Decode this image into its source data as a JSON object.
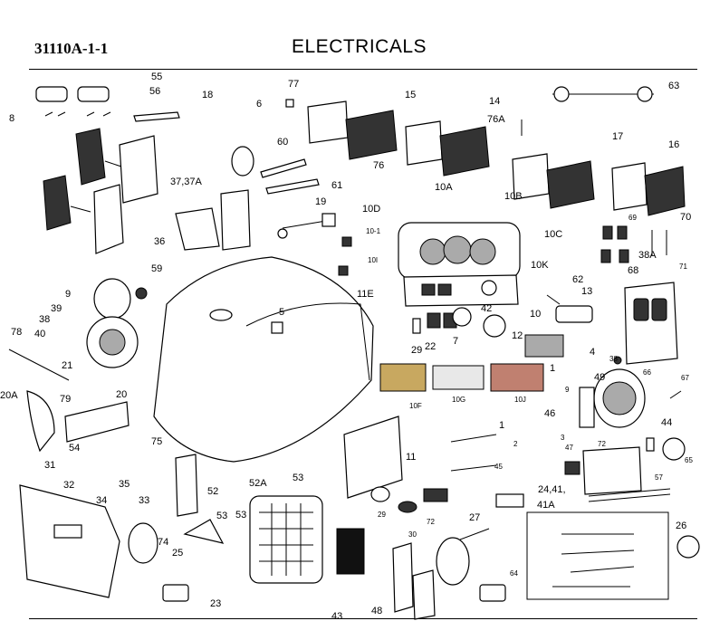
{
  "header": {
    "part_number": "31110A-1-1",
    "title": "ELECTRICALS"
  },
  "callouts": [
    "55",
    "56",
    "18",
    "77",
    "15",
    "14",
    "76A",
    "17",
    "16",
    "63",
    "8",
    "6",
    "60",
    "61",
    "76",
    "10A",
    "10B",
    "37,37A",
    "19",
    "10D",
    "10-1",
    "10C",
    "10I",
    "10K",
    "36",
    "59",
    "39",
    "38",
    "40",
    "9",
    "11E",
    "5",
    "62",
    "13",
    "69",
    "70",
    "68",
    "71",
    "38A",
    "10",
    "42",
    "29",
    "22",
    "7",
    "12",
    "78",
    "21",
    "20A",
    "79",
    "4",
    "66",
    "38",
    "10F",
    "10G",
    "10J",
    "1",
    "49",
    "67",
    "20",
    "9",
    "46",
    "44",
    "65",
    "54",
    "2",
    "3",
    "47",
    "72",
    "31",
    "32",
    "34",
    "35",
    "75",
    "52",
    "53",
    "52A",
    "53",
    "11",
    "57",
    "24,41,",
    "41A",
    "33",
    "74",
    "45",
    "26",
    "53",
    "25",
    "23",
    "29",
    "30",
    "72",
    "27",
    "43",
    "48",
    "64",
    "1"
  ]
}
